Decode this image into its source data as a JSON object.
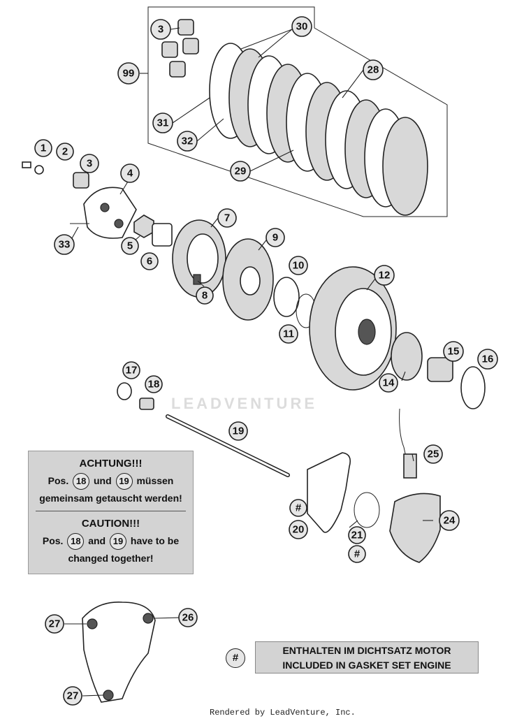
{
  "callouts": [
    {
      "label": "3"
    },
    {
      "label": "30"
    },
    {
      "label": "99"
    },
    {
      "label": "28"
    },
    {
      "label": "31"
    },
    {
      "label": "32"
    },
    {
      "label": "29"
    },
    {
      "label": "1"
    },
    {
      "label": "2"
    },
    {
      "label": "3"
    },
    {
      "label": "4"
    },
    {
      "label": "7"
    },
    {
      "label": "9"
    },
    {
      "label": "33"
    },
    {
      "label": "5"
    },
    {
      "label": "6"
    },
    {
      "label": "10"
    },
    {
      "label": "12"
    },
    {
      "label": "8"
    },
    {
      "label": "11"
    },
    {
      "label": "15"
    },
    {
      "label": "16"
    },
    {
      "label": "17"
    },
    {
      "label": "18"
    },
    {
      "label": "14"
    },
    {
      "label": "19"
    },
    {
      "label": "25"
    },
    {
      "label": "#"
    },
    {
      "label": "20"
    },
    {
      "label": "24"
    },
    {
      "label": "21"
    },
    {
      "label": "#"
    },
    {
      "label": "27"
    },
    {
      "label": "26"
    },
    {
      "label": "27"
    }
  ],
  "notice": {
    "de_title": "ACHTUNG!!!",
    "de_pre": "Pos.",
    "de_a": "18",
    "de_mid": "und",
    "de_b": "19",
    "de_post": "müssen",
    "de_line2": "gemeinsam getauscht werden!",
    "en_title": "CAUTION!!!",
    "en_pre": "Pos.",
    "en_a": "18",
    "en_mid": "and",
    "en_b": "19",
    "en_post": "have to be",
    "en_line2": "changed together!"
  },
  "gasket_note": {
    "symbol": "#",
    "line1": "ENTHALTEN IM DICHTSATZ MOTOR",
    "line2": "INCLUDED IN GASKET SET ENGINE"
  },
  "watermark": "LEADVENTURE",
  "footer": "Rendered by LeadVenture, Inc."
}
